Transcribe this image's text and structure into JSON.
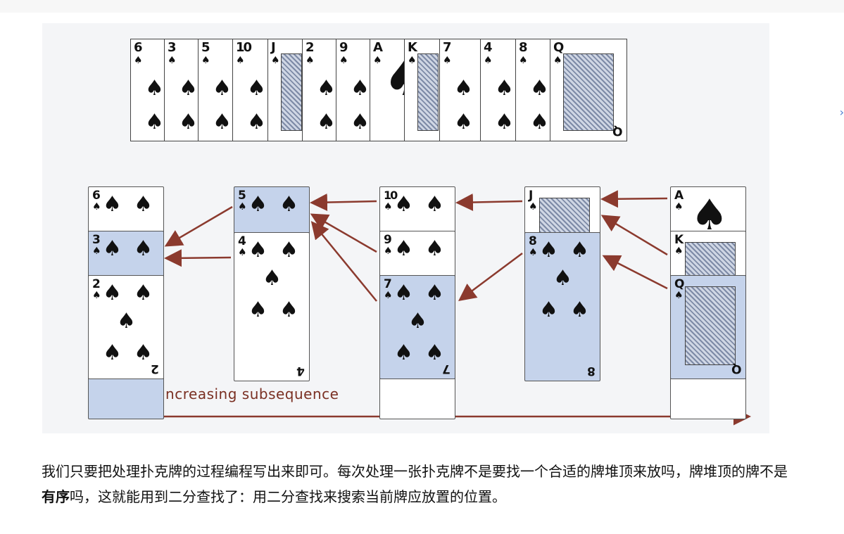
{
  "top_row": {
    "ranks": [
      "6",
      "3",
      "5",
      "10",
      "J",
      "2",
      "9",
      "A",
      "K",
      "7",
      "4",
      "8",
      "Q"
    ],
    "suit": "♠"
  },
  "piles": [
    {
      "cards": [
        {
          "rank": "6"
        },
        {
          "rank": "3",
          "highlight": true
        },
        {
          "rank": "2"
        }
      ]
    },
    {
      "cards": [
        {
          "rank": "5",
          "highlight": true
        },
        {
          "rank": "4"
        }
      ]
    },
    {
      "cards": [
        {
          "rank": "10"
        },
        {
          "rank": "9"
        },
        {
          "rank": "7",
          "highlight": true
        }
      ]
    },
    {
      "cards": [
        {
          "rank": "J"
        },
        {
          "rank": "8",
          "highlight": true
        }
      ]
    },
    {
      "cards": [
        {
          "rank": "A"
        },
        {
          "rank": "K"
        },
        {
          "rank": "Q",
          "highlight": true
        }
      ]
    }
  ],
  "caption": "increasing subsequence",
  "paragraph": {
    "part1": "我们只要把处理扑克牌的过程编程写出来即可。每次处理一张扑克牌不是要找一个合适的牌堆顶来放吗，牌堆顶的牌不是",
    "bold": "有序",
    "part2": "吗，这就能用到二分查找了：用二分查找来搜索当前牌应放置的位置。"
  },
  "colors": {
    "highlight": "#c5d3eb",
    "arrow": "#8b3a2e",
    "figure_bg": "#f4f5f7"
  }
}
